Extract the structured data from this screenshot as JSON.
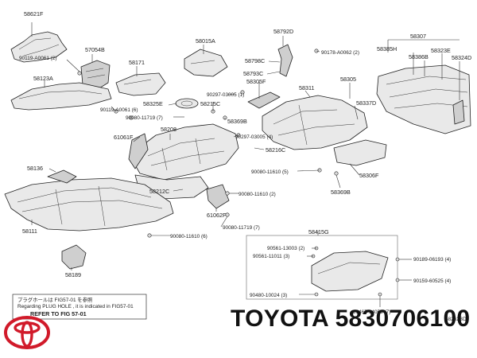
{
  "callouts": {
    "c58621F": "58621F",
    "c90119_0061_2": "90119-A0061 (2)",
    "c57054B": "57054B",
    "c58123A": "58123A",
    "c58171": "58171",
    "c90119_0061_6": "90119-A0061 (6)",
    "c58015A": "58015A",
    "c58325E": "58325E",
    "c90080_11719_7a": "90080-11719 (7)",
    "c58215C": "58215C",
    "c90297_03005_1": "90297-03005 (1)",
    "c58369B_top": "58369B",
    "c61061F": "61061F",
    "c58208": "58208",
    "c58792D": "58792D",
    "c58798C": "58798C",
    "c58793C": "58793C",
    "c58305F": "58305F",
    "c90178": "90178-A0062 (2)",
    "c58311": "58311",
    "c58305": "58305",
    "c58307": "58307",
    "c58385H": "58385H",
    "c58386B": "58386B",
    "c58323E": "58323E",
    "c58324D": "58324D",
    "c58337D": "58337D",
    "c90297_03005_4": "90297-03005 (4)",
    "c58216C": "58216C",
    "c90080_11610_5": "90080-11610 (5)",
    "c58306F": "58306F",
    "c58136": "58136",
    "c58212C": "58212C",
    "c90080_11610_2": "90080-11610 (2)",
    "c58369B_bot": "58369B",
    "c58111": "58111",
    "c61062F": "61062F",
    "c90080_11719_7b": "90080-11719 (7)",
    "c90080_11610_6": "90080-11610 (6)",
    "c58189": "58189",
    "c58415G": "58415G",
    "c90561_13003": "90561-13003 (2)",
    "c90561_11011": "90561-11011 (3)",
    "c90189_06193": "90189-06193 (4)",
    "c90159_60525": "90159-60525 (4)",
    "c90480_10024": "90480-10024 (3)",
    "c90467_14053": "90467-14053 (7)"
  },
  "note": {
    "line1": "プラグホールは FIG57-01 を参照",
    "line2": "Regarding PLUG HOLE , it is indicated in FIG57-01",
    "line3": "REFER TO FIG 57-01"
  },
  "figure_code": "58262BD",
  "brand": {
    "name": "TOYOTA",
    "part_number": "5830706100",
    "logo_color": "#d11a2a"
  }
}
